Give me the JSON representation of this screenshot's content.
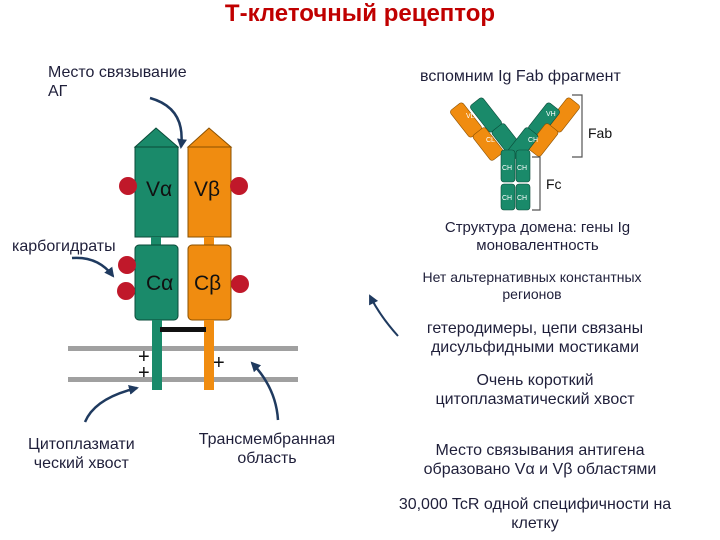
{
  "title": "Т-клеточный рецептор",
  "labels": {
    "binding_site_ag": "Место связывание\nАГ",
    "carbohydrates": "карбогидраты",
    "cytoplasmic_tail": "Цитоплазмати\nческий хвост",
    "transmembrane": "Трансмембранная\nобласть",
    "recall_fab": "вспомним Ig Fab фрагмент",
    "fab": "Fab",
    "fc": "Fc"
  },
  "domains": {
    "v_alpha": "Vα",
    "v_beta": "Vβ",
    "c_alpha": "Cα",
    "c_beta": "Cβ",
    "plus": "+",
    "ig_vl": "VL",
    "ig_vh": "VH",
    "ig_cl": "CL",
    "ig_ch": "CH"
  },
  "notes": [
    "Структура домена: гены Ig\nмоновалентность",
    "Нет альтернативных константных\nрегионов",
    "гетеродимеры, цепи связаны\nдисульфидными мостиками",
    "Очень короткий\nцитоплазматический хвост",
    "Место связывания антигена\nобразовано Vα и Vβ областями",
    "30,000 TcR одной специфичности на\nклетку"
  ],
  "colors": {
    "alpha_chain": "#1a8a6a",
    "beta_chain": "#f08c10",
    "carbohydrate": "#c0182a",
    "membrane": "#a0a0a0",
    "title": "#c00000"
  }
}
